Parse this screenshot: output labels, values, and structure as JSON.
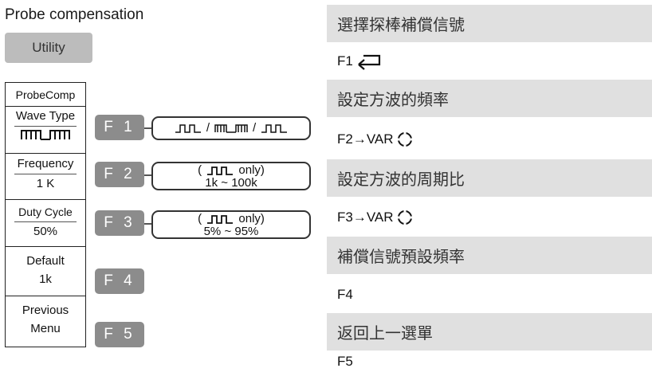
{
  "title": "Probe compensation",
  "utility_button": "Utility",
  "menu": {
    "header": "ProbeComp",
    "wave_type": {
      "label": "Wave Type"
    },
    "frequency": {
      "label": "Frequency",
      "value": "1 K"
    },
    "duty_cycle": {
      "label": "Duty Cycle",
      "value": "50%"
    },
    "default": {
      "line1": "Default",
      "line2": "1k"
    },
    "previous": {
      "line1": "Previous",
      "line2": "Menu"
    }
  },
  "fkeys": [
    "F 1",
    "F 2",
    "F 3",
    "F 4",
    "F 5"
  ],
  "callouts": {
    "f2": {
      "line1_open": "(",
      "line1_close": "only)",
      "line2": "1k ~ 100k"
    },
    "f3": {
      "line1_open": "(",
      "line1_close": "only)",
      "line2": "5% ~ 95%"
    },
    "f1_separator": "/"
  },
  "right": [
    {
      "desc": "選擇探棒補償信號",
      "key": "F1",
      "key_icon": "return-arrow-icon"
    },
    {
      "desc": "設定方波的頻率",
      "key": "F2→VAR",
      "key_icon": "knob-icon"
    },
    {
      "desc": "設定方波的周期比",
      "key": "F3→VAR",
      "key_icon": "knob-icon"
    },
    {
      "desc": "補償信號預設頻率",
      "key": "F4"
    },
    {
      "desc": "返回上一選單",
      "key": "F5"
    }
  ],
  "colors": {
    "fkey": "#8c8c8c",
    "utility": "#bcbcbc",
    "row_shade": "#e0e0e0"
  }
}
